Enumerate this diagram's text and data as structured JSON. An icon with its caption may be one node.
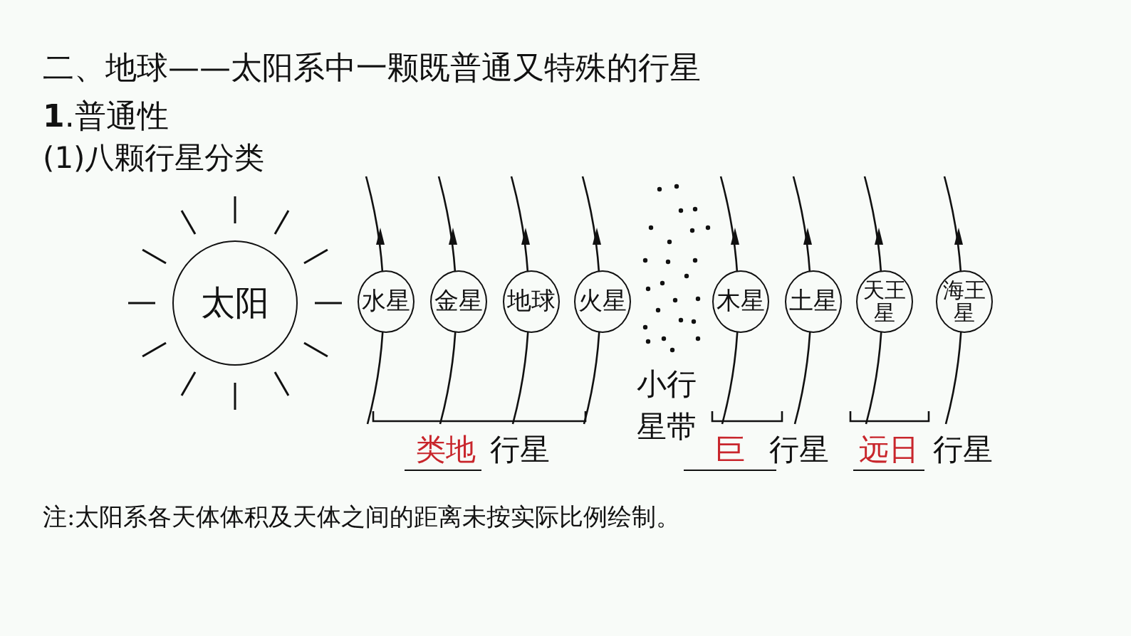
{
  "diagram": {
    "title": "二、地球——太阳系中一颗既普通又特殊的行星",
    "nodes": [
      {
        "text": [
          "太阳"
        ]
      },
      {
        "text": [
          "水星"
        ]
      },
      {
        "text": [
          "金星"
        ]
      },
      {
        "text": [
          "地球"
        ]
      },
      {
        "text": [
          "火星"
        ]
      },
      {
        "text": [
          "木星"
        ]
      },
      {
        "text": [
          "土星"
        ]
      },
      {
        "text": [
          "天王星"
        ]
      },
      {
        "text": [
          "海王星"
        ]
      }
    ],
    "edges": [],
    "labels": [
      "**1**.普通性",
      "(1)八颗行星分类",
      "小行星带",
      "类地",
      "行星",
      "巨",
      "行星",
      "远日",
      "行星",
      "注:太阳系各天体体积及天体之间的距离未按实际比例绘制。"
    ]
  }
}
